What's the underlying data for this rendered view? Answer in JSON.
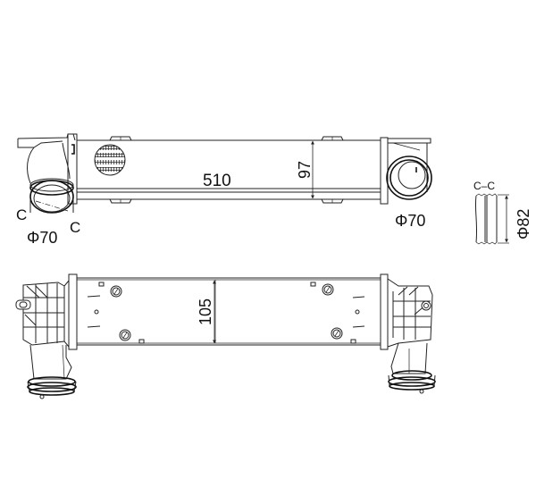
{
  "drawing": {
    "subject": "Intercooler technical drawing",
    "views": {
      "front": {
        "length_label": "510",
        "height_label": "97",
        "left_pipe_diameter": "Φ70",
        "right_pipe_diameter": "Φ70",
        "section_marker_left": "C",
        "section_marker_right": "C"
      },
      "top": {
        "width_label": "105"
      },
      "section": {
        "title": "C–C",
        "diameter_label": "Φ82"
      }
    }
  }
}
